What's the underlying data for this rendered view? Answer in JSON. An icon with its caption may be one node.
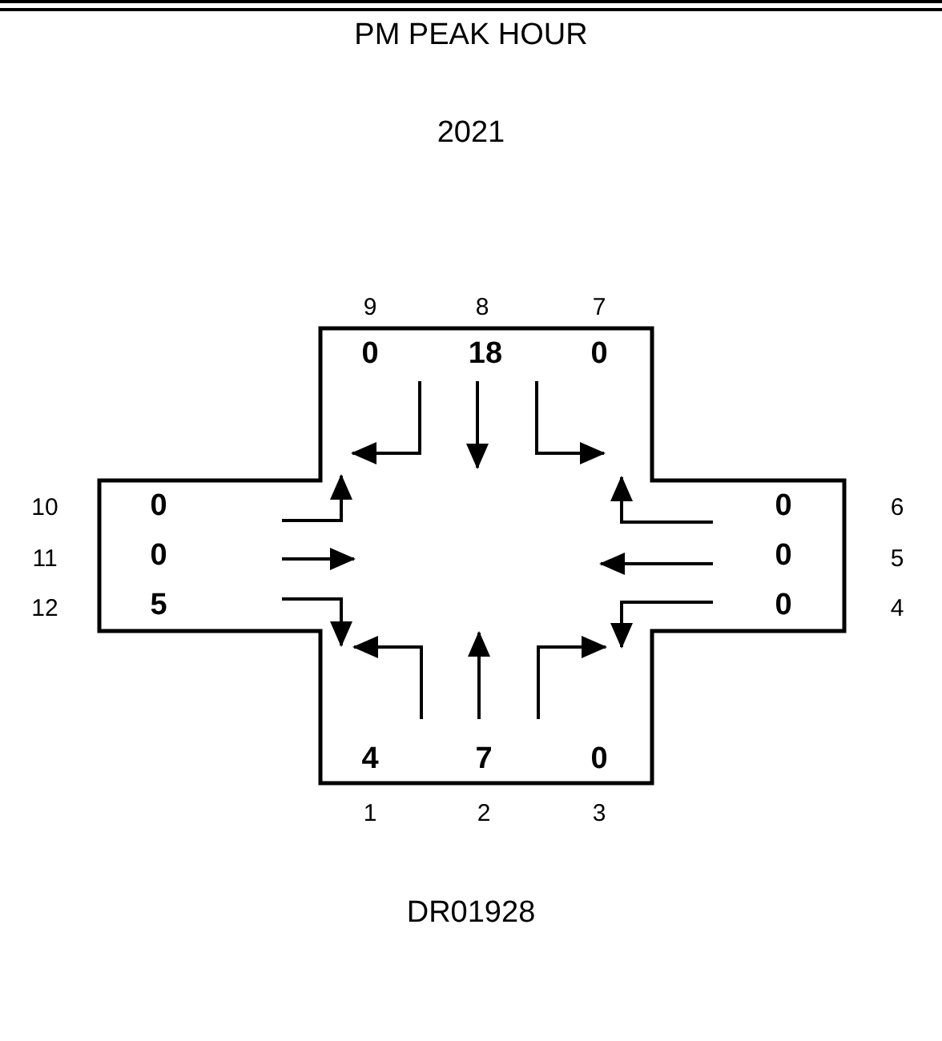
{
  "diagram": {
    "title": "PM PEAK HOUR",
    "labels": [
      "2021",
      "9",
      "8",
      "7",
      "0",
      "18",
      "0",
      "10",
      "0",
      "0",
      "6",
      "11",
      "0",
      "0",
      "5",
      "12",
      "5",
      "0",
      "4",
      "4",
      "7",
      "0",
      "1",
      "2",
      "3",
      "DR01928"
    ]
  }
}
